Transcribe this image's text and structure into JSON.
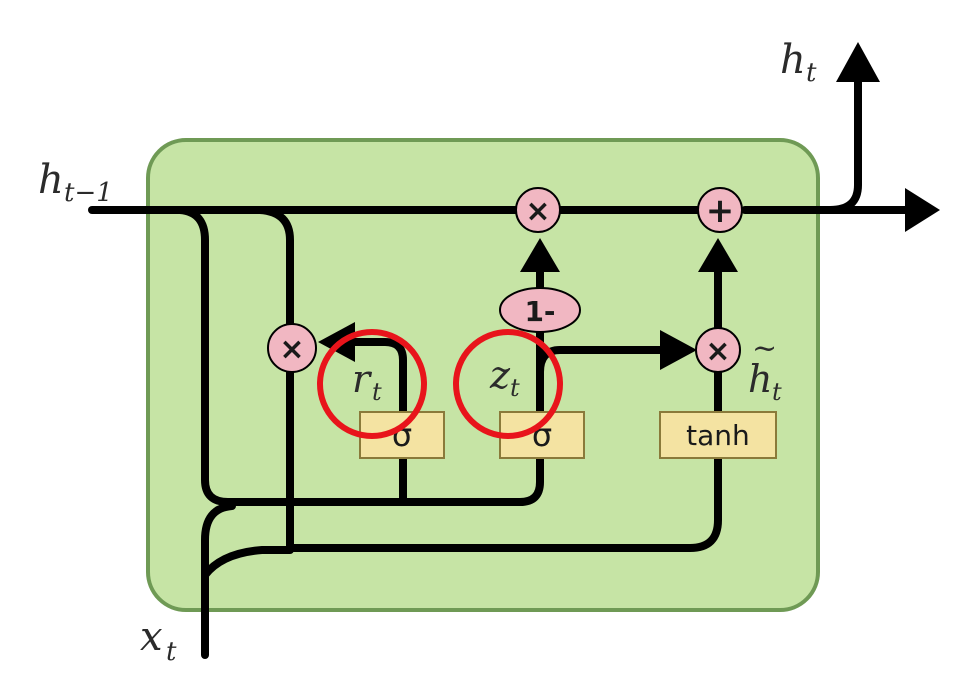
{
  "diagram": {
    "type": "GRU cell",
    "colors": {
      "cell_fill": "#c6e4a5",
      "cell_stroke": "#6f9a55",
      "op_fill": "#f1b7c2",
      "gate_fill": "#f4e3a2",
      "gate_stroke": "#8a7a3a",
      "line": "#000000",
      "highlight": "#e8141b"
    },
    "labels": {
      "h_prev_base": "h",
      "h_prev_sub": "t−1",
      "h_out_base": "h",
      "h_out_sub": "t",
      "x_base": "x",
      "x_sub": "t",
      "r_base": "r",
      "r_sub": "t",
      "z_base": "z",
      "z_sub": "t",
      "htilde_base": "h",
      "htilde_accent": "~",
      "htilde_sub": "t"
    },
    "ops": {
      "mult_top": "×",
      "add_top": "+",
      "mult_reset": "×",
      "mult_candidate": "×",
      "one_minus": "1-"
    },
    "gates": {
      "sigma_r": "σ",
      "sigma_z": "σ",
      "tanh": "tanh"
    }
  }
}
